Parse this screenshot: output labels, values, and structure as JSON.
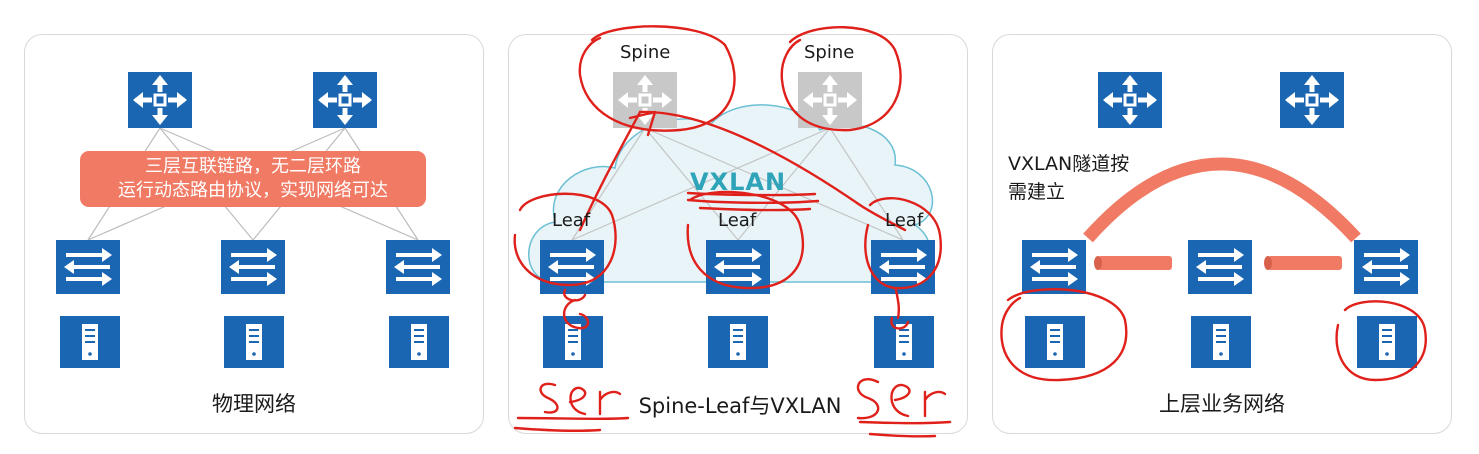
{
  "panels": [
    {
      "caption": "物理网络",
      "banner_line1": "三层互联链路，无二层环路",
      "banner_line2": "运行动态路由协议，实现网络可达"
    },
    {
      "caption": "Spine-Leaf与VXLAN",
      "spine_label": "Spine",
      "leaf_label": "Leaf",
      "overlay_label": "VXLAN"
    },
    {
      "caption": "上层业务网络",
      "tunnel_note_line1": "VXLAN隧道按",
      "tunnel_note_line2": "需建立"
    }
  ],
  "annotations": {
    "left_handwriting": "ser",
    "right_handwriting": "Ser"
  },
  "colors": {
    "device_blue": "#1a66b3",
    "spine_gray": "#c8c8c8",
    "banner_orange": "#f07a63",
    "cloud_fill": "#e8f4f8",
    "cloud_stroke": "#6cc0d4",
    "vxlan_text": "#2fa3b8",
    "ink_red": "#e0201a"
  }
}
